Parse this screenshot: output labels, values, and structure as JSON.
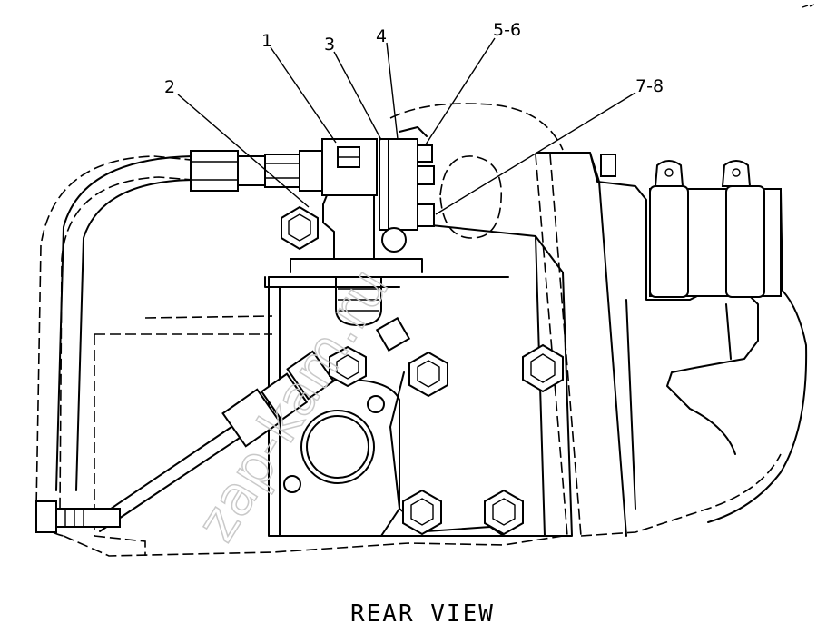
{
  "title": "REAR VIEW",
  "watermark": "zap-kam.ru",
  "callouts": [
    {
      "label": "1"
    },
    {
      "label": "2"
    },
    {
      "label": "3"
    },
    {
      "label": "4"
    },
    {
      "label": "5-6"
    },
    {
      "label": "7-8"
    }
  ]
}
